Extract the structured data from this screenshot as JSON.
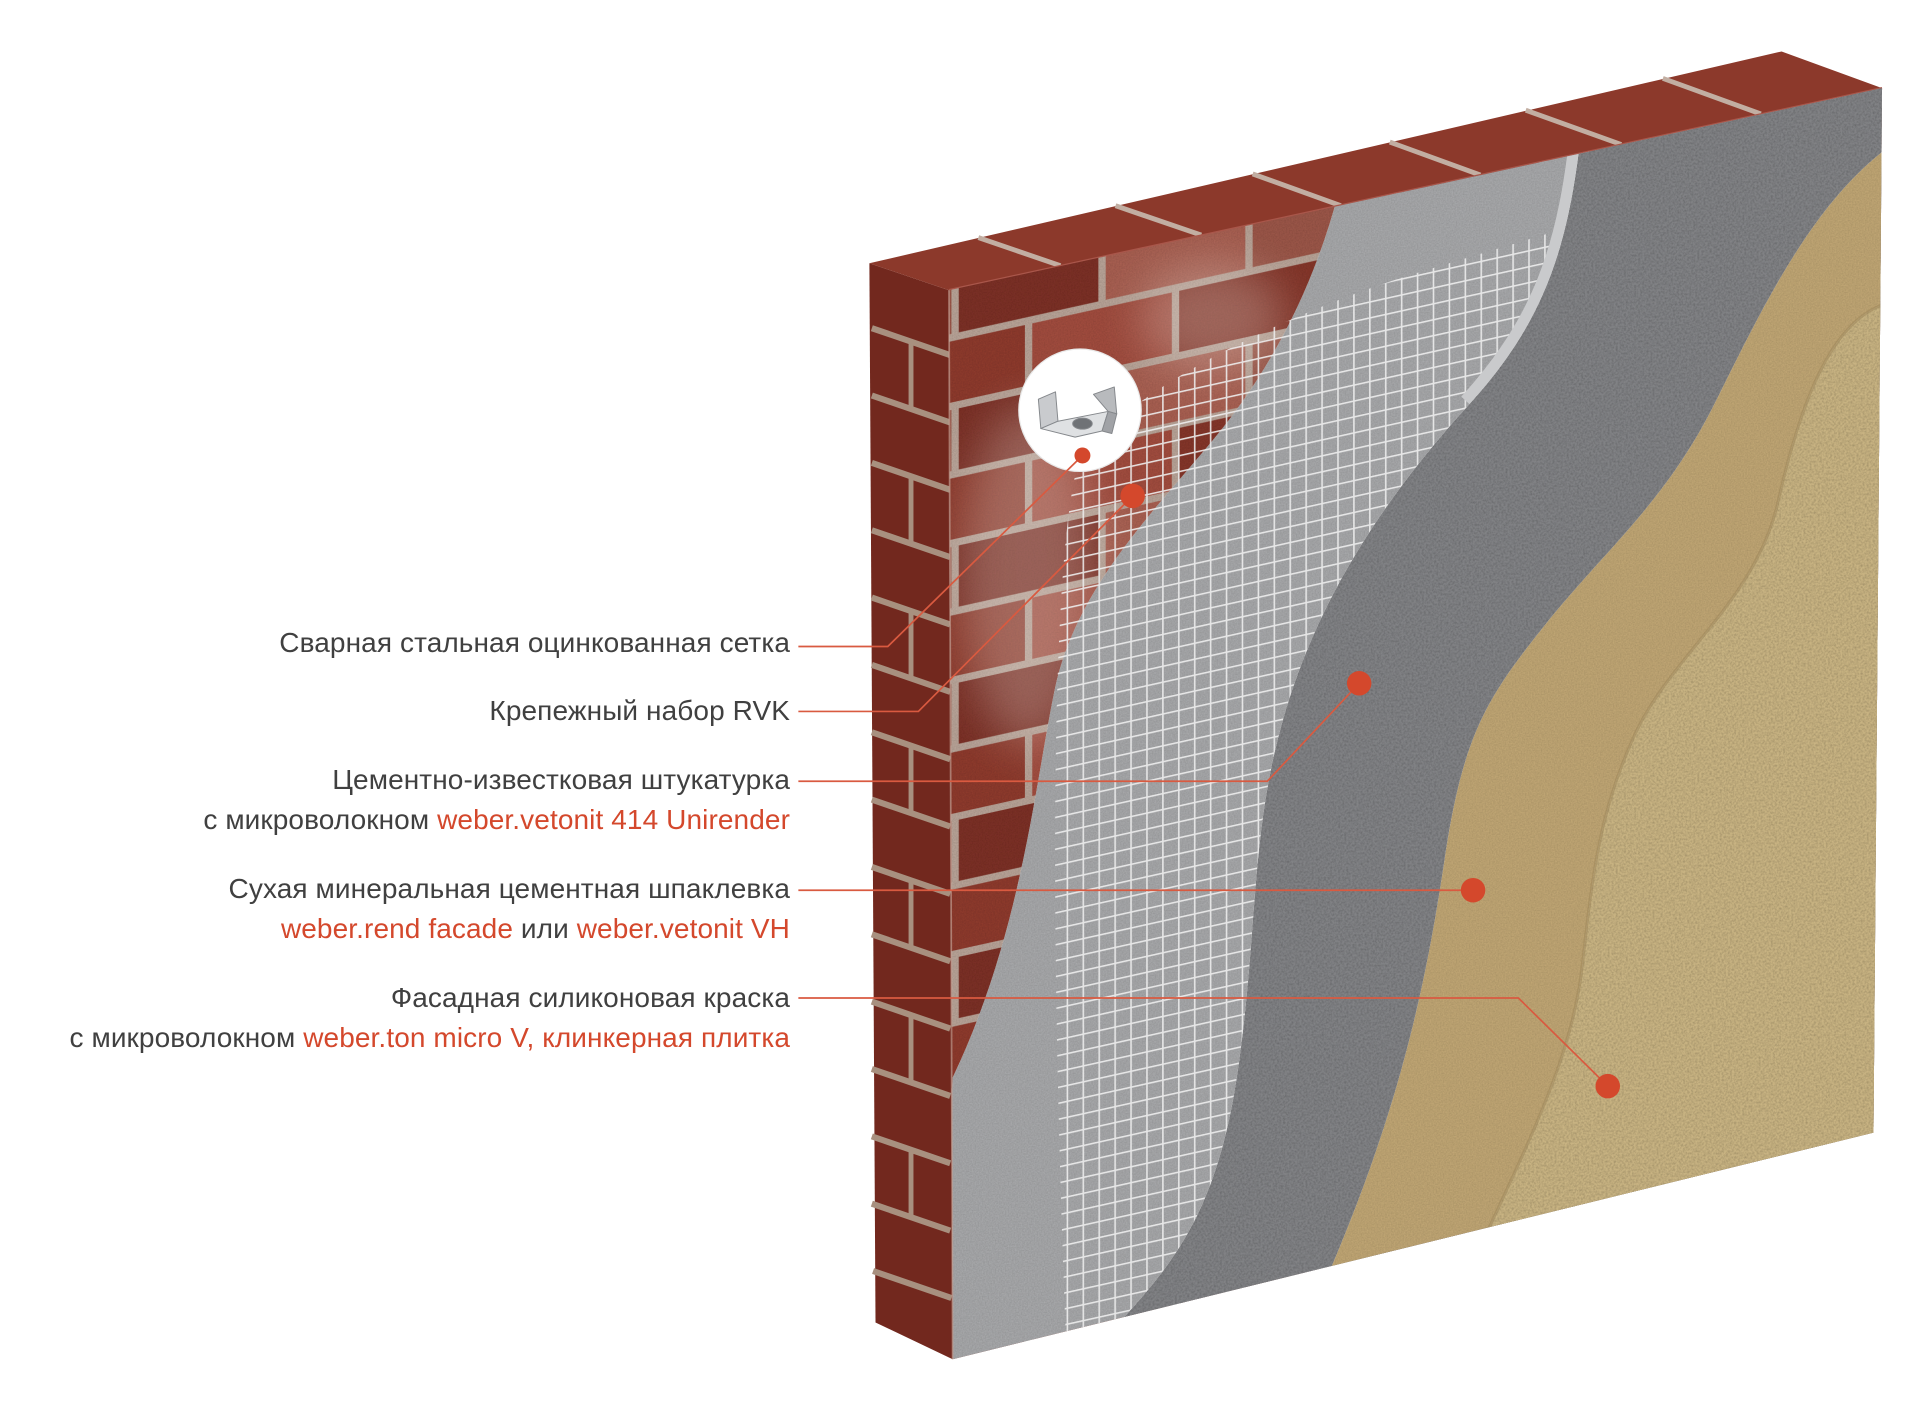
{
  "colors": {
    "text": "#404040",
    "accent": "#d4482c",
    "leader": "#d95a40",
    "brick": "#8e3a2d",
    "base_coat": "#a7a8aa",
    "plaster": "#818285",
    "putty": "#c0a674",
    "paint": "#c8b382"
  },
  "icons": {
    "magnifier": "fastener-clip-icon"
  },
  "callouts": [
    {
      "line1": "Сварная стальная оцинкованная сетка"
    },
    {
      "line1": "Крепежный набор RVK"
    },
    {
      "line1": "Цементно-известковая штукатурка",
      "line2_prefix": "с микроволокном ",
      "line2_product": "weber.vetonit 414 Unirender"
    },
    {
      "line1": "Сухая минеральная цементная шпаклевка",
      "line2_product_a": "weber.rend facade",
      "line2_join": " или ",
      "line2_product_b": "weber.vetonit VH"
    },
    {
      "line1": "Фасадная силиконовая краска",
      "line2_prefix": "с микроволокном ",
      "line2_product": "weber.ton micro V, клинкерная плитка"
    }
  ]
}
